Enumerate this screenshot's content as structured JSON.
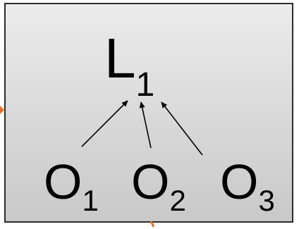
{
  "diagram": {
    "top_node": {
      "base": "L",
      "subscript": "1"
    },
    "bottom_nodes": [
      {
        "base": "O",
        "subscript": "1"
      },
      {
        "base": "O",
        "subscript": "2"
      },
      {
        "base": "O",
        "subscript": "3"
      }
    ],
    "colors": {
      "box_border": "#2b2b2b",
      "box_fill_top": "#ececec",
      "box_fill_bottom": "#c9c9c9",
      "text": "#000000",
      "arrow": "#000000",
      "connector_accent": "#e0702a"
    }
  }
}
